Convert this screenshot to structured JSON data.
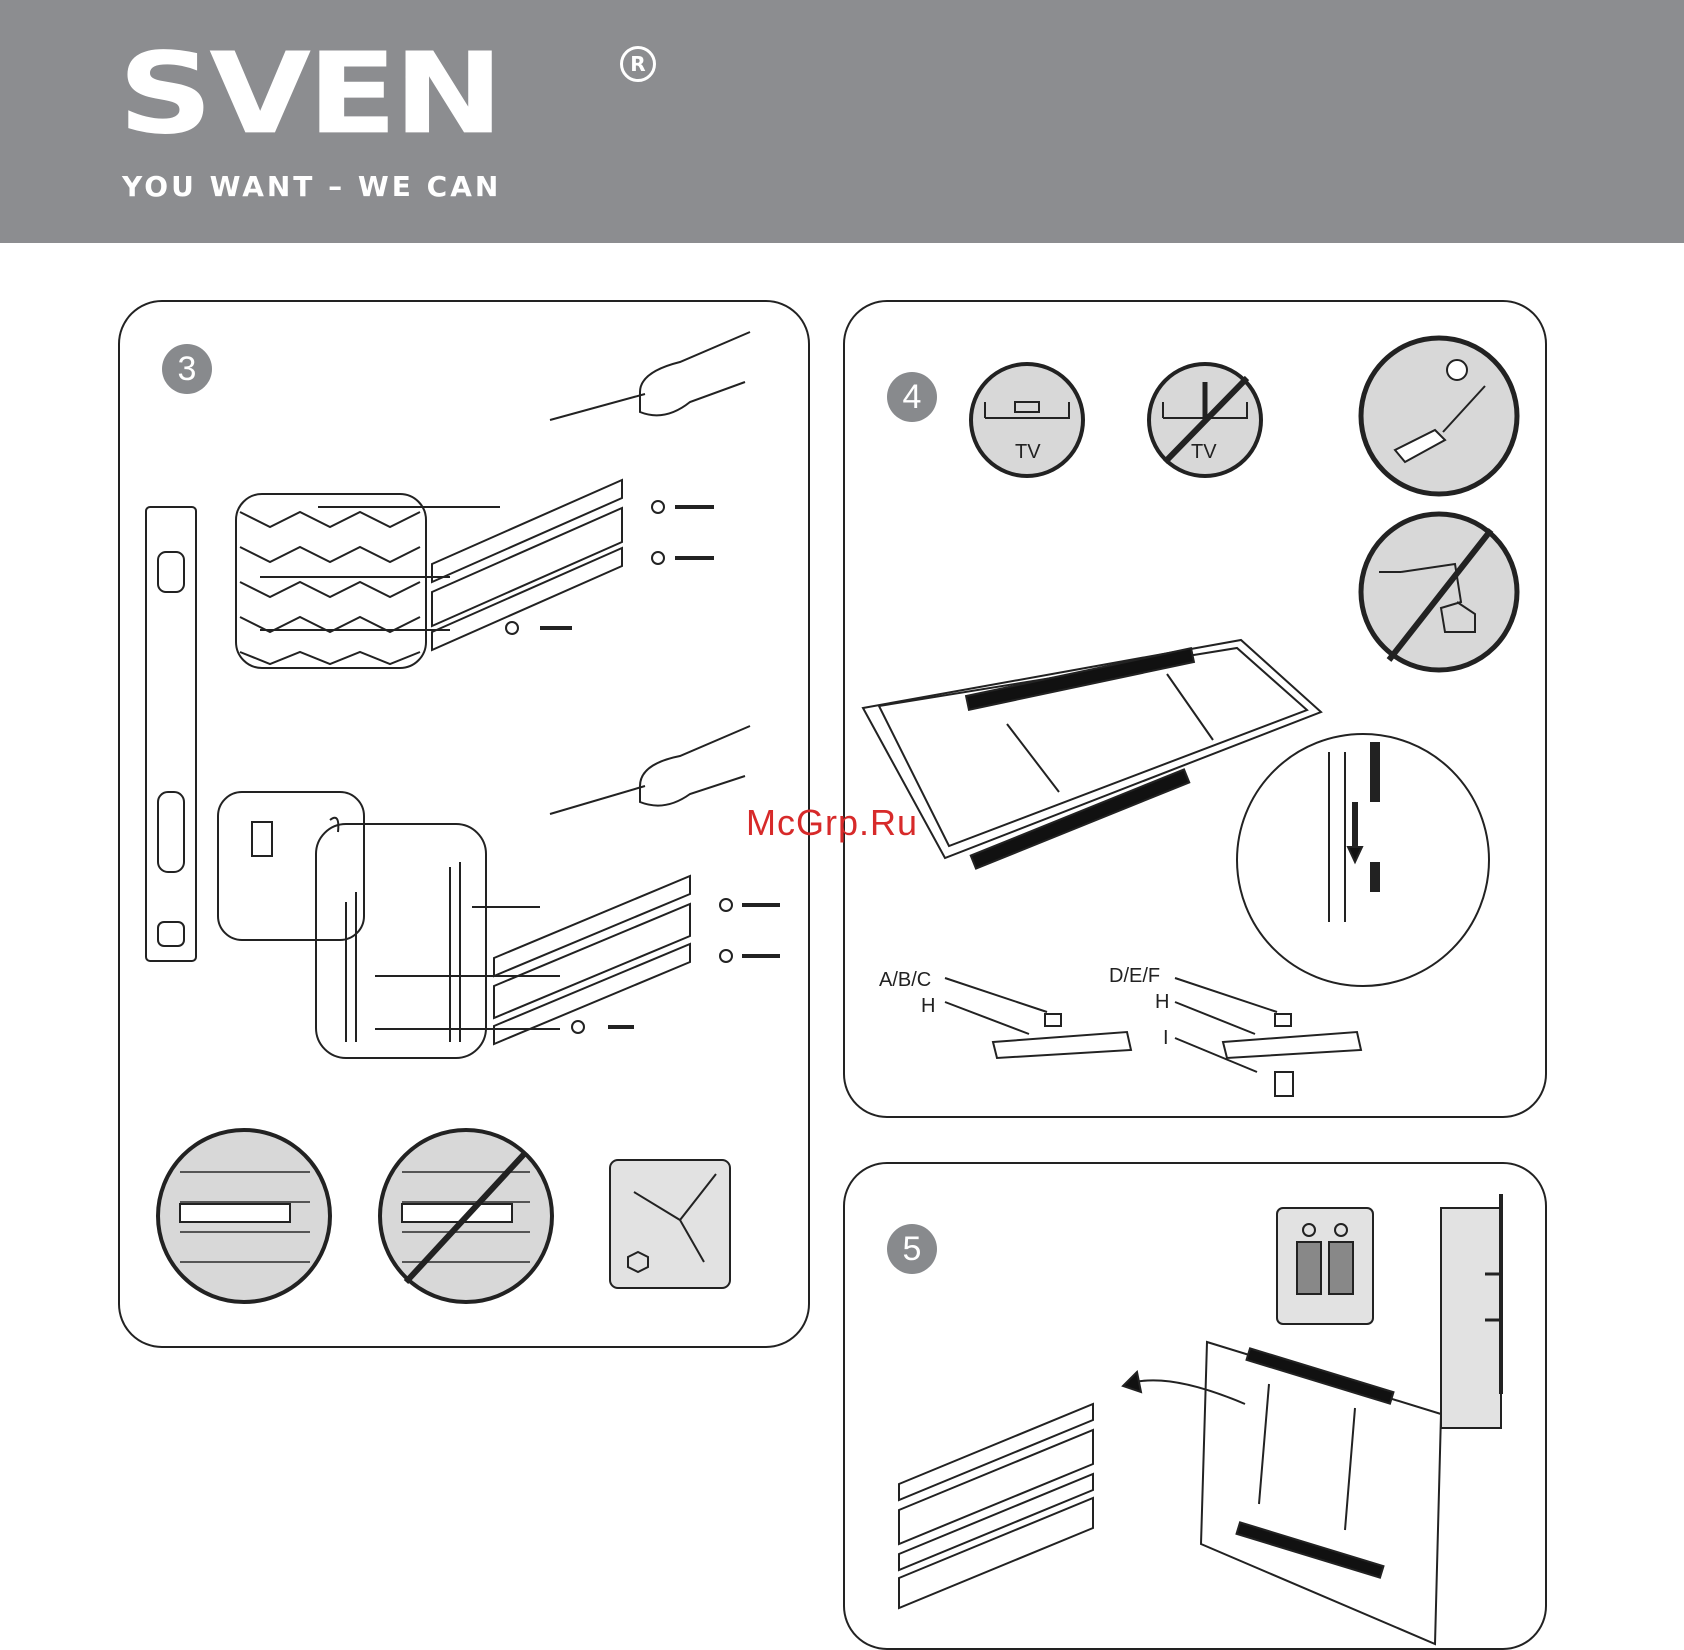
{
  "header": {
    "brand": "SVEN",
    "registered_mark": "R",
    "tagline": "YOU WANT – WE CAN"
  },
  "steps": {
    "step3": {
      "number": "3"
    },
    "step4": {
      "number": "4",
      "tv_label_ok": "TV",
      "tv_label_no": "TV",
      "labels": {
        "abc": "A/B/C",
        "h_left": "H",
        "def": "D/E/F",
        "h_right": "H",
        "i": "I"
      }
    },
    "step5": {
      "number": "5"
    }
  },
  "watermark": "McGrp.Ru",
  "colors": {
    "header_bg": "#8c8d90",
    "badge_bg": "#888a8d",
    "watermark": "#d72a2a"
  }
}
